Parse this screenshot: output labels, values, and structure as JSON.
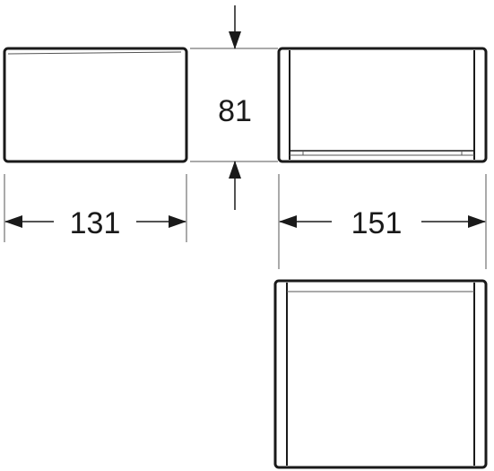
{
  "dimensions": {
    "width": "131",
    "height": "81",
    "depth": "151"
  },
  "colors": {
    "line": "#1a1a1a",
    "thin": "#555555",
    "background": "#ffffff"
  }
}
